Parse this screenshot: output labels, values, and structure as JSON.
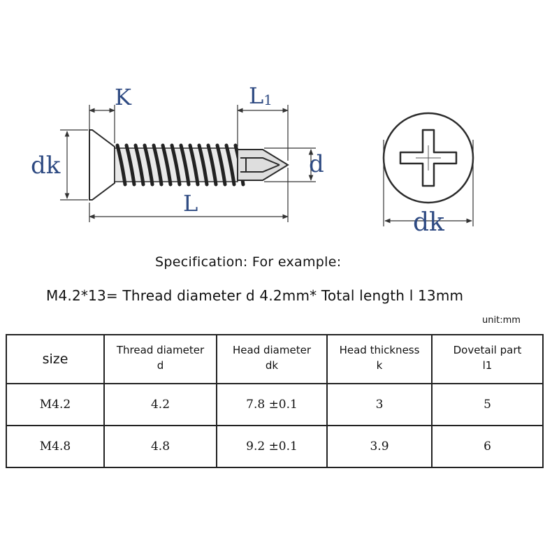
{
  "drawing": {
    "labels": {
      "K": "K",
      "L1": "L",
      "L1_sub": "1",
      "dk_left": "dk",
      "L": "L",
      "d": "d",
      "dk_right": "dk"
    },
    "colors": {
      "label": "#2e4a82",
      "line": "#333333",
      "screw": "#3a3a3a"
    }
  },
  "spec_line1": "Specification: For example:",
  "spec_line2": "M4.2*13= Thread diameter d 4.2mm* Total length l 13mm",
  "unit_label": "unit:mm",
  "table": {
    "headers": [
      {
        "line1": "size",
        "line2": ""
      },
      {
        "line1": "Thread diameter",
        "line2": "d"
      },
      {
        "line1": "Head diameter",
        "line2": "dk"
      },
      {
        "line1": "Head thickness",
        "line2": "k"
      },
      {
        "line1": "Dovetail part",
        "line2": "l1"
      }
    ],
    "rows": [
      [
        "M4.2",
        "4.2",
        "7.8 ±0.1",
        "3",
        "5"
      ],
      [
        "M4.8",
        "4.8",
        "9.2 ±0.1",
        "3.9",
        "6"
      ]
    ]
  }
}
